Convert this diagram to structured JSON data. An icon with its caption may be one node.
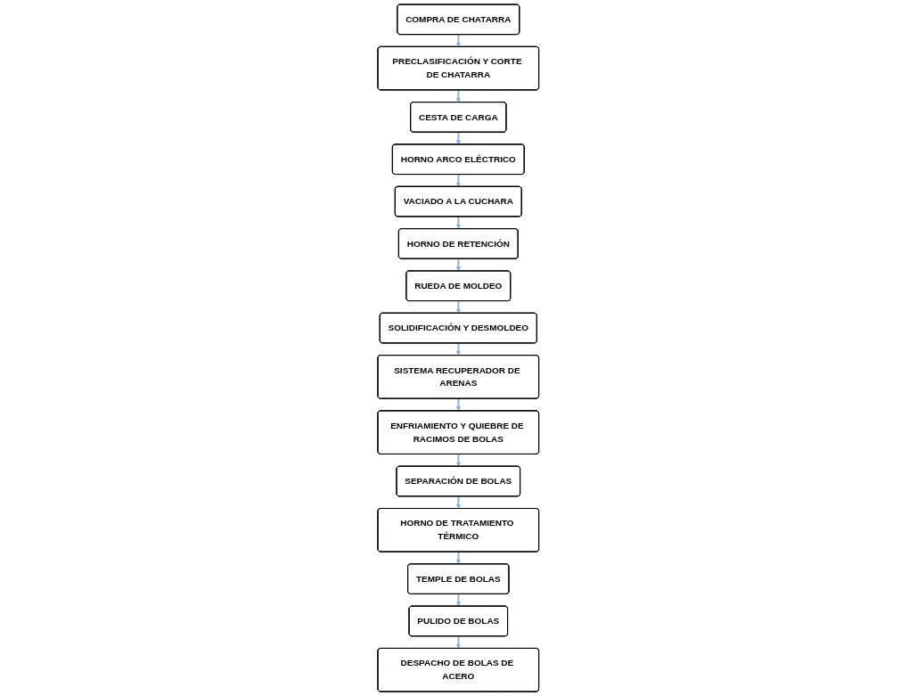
{
  "diagram": {
    "nodes": [
      {
        "text": [
          "COMPRA DE CHATARRA"
        ]
      },
      {
        "text": [
          "PRECLASIFICACIÓN Y CORTE DE CHATARRA"
        ]
      },
      {
        "text": [
          "CESTA DE CARGA"
        ]
      },
      {
        "text": [
          "HORNO ARCO ELÉCTRICO"
        ]
      },
      {
        "text": [
          "VACIADO A LA CUCHARA"
        ]
      },
      {
        "text": [
          "HORNO DE RETENCIÓN"
        ]
      },
      {
        "text": [
          "RUEDA DE MOLDEO"
        ]
      },
      {
        "text": [
          "SOLIDIFICACIÓN Y DESMOLDEO"
        ]
      },
      {
        "text": [
          "SISTEMA RECUPERADOR DE ARENAS"
        ]
      },
      {
        "text": [
          "ENFRIAMIENTO Y QUIEBRE DE RACIMOS DE BOLAS"
        ]
      },
      {
        "text": [
          "SEPARACIÓN DE BOLAS"
        ]
      },
      {
        "text": [
          "HORNO DE TRATAMIENTO TÉRMICO"
        ]
      },
      {
        "text": [
          "TEMPLE DE BOLAS"
        ]
      },
      {
        "text": [
          "PULIDO DE BOLAS"
        ]
      },
      {
        "text": [
          "DESPACHO DE BOLAS DE ACERO"
        ]
      }
    ],
    "edges": [
      {
        "from": 0,
        "to": 1,
        "arrow": "to"
      },
      {
        "from": 1,
        "to": 2,
        "arrow": "to"
      },
      {
        "from": 2,
        "to": 3,
        "arrow": "to"
      },
      {
        "from": 3,
        "to": 4,
        "arrow": "to"
      },
      {
        "from": 4,
        "to": 5,
        "arrow": "to"
      },
      {
        "from": 5,
        "to": 6,
        "arrow": "to"
      },
      {
        "from": 6,
        "to": 7,
        "arrow": "to"
      },
      {
        "from": 7,
        "to": 8,
        "arrow": "to"
      },
      {
        "from": 8,
        "to": 9,
        "arrow": "to"
      },
      {
        "from": 9,
        "to": 10,
        "arrow": "to"
      },
      {
        "from": 10,
        "to": 11,
        "arrow": "to"
      },
      {
        "from": 11,
        "to": 12,
        "arrow": "to"
      },
      {
        "from": 12,
        "to": 13,
        "arrow": "to"
      },
      {
        "from": 13,
        "to": 14,
        "arrow": "to"
      }
    ]
  }
}
